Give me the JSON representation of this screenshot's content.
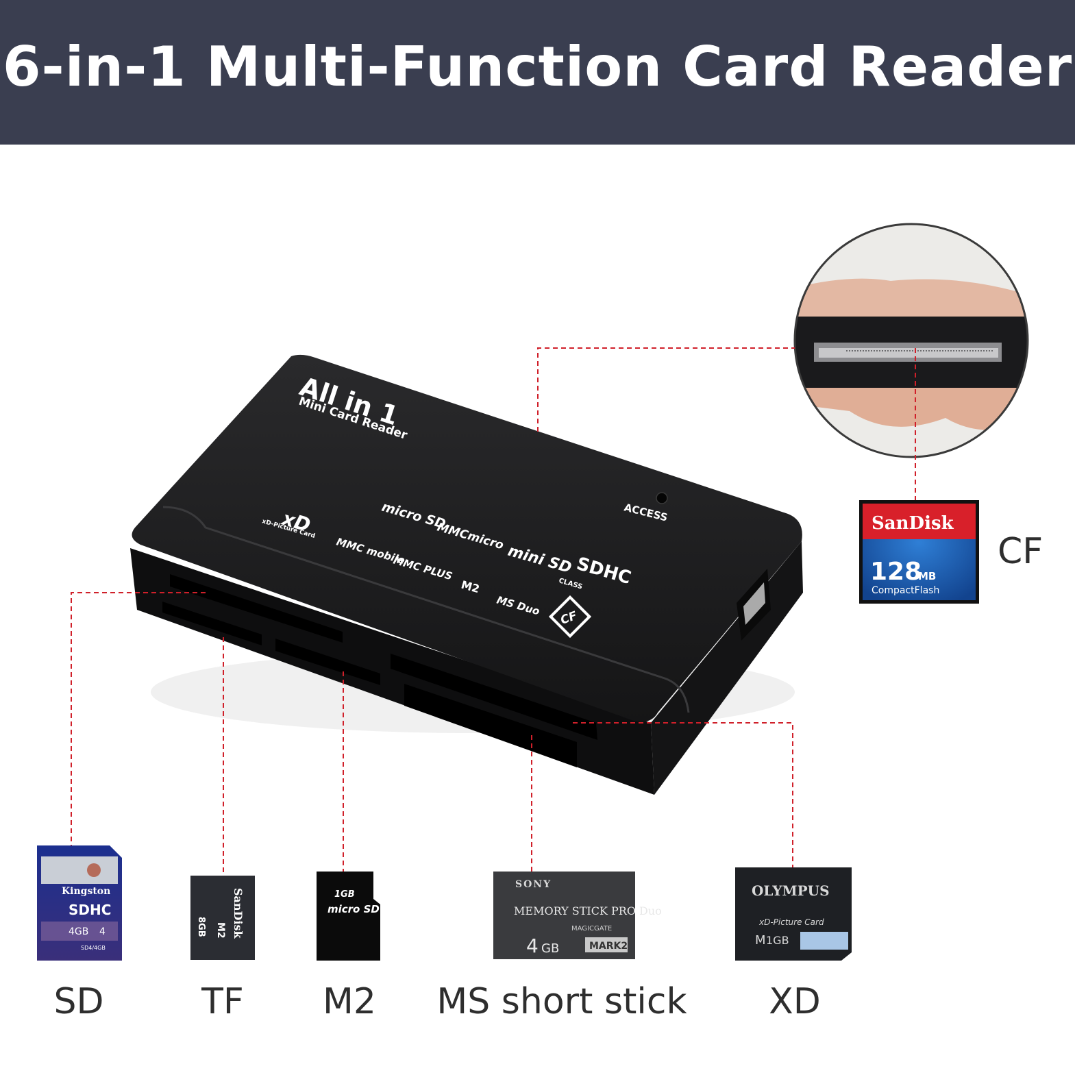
{
  "banner": {
    "title": "6-in-1 Multi-Function Card Reader"
  },
  "colors": {
    "banner_bg": "#3a3e50",
    "guide_line": "#d0202a",
    "device": "#1d1d1f",
    "text": "#2e2e2e"
  },
  "device": {
    "logo_line1": "All in 1",
    "logo_line2": "Mini Card Reader",
    "access_label": "ACCESS",
    "slot_marks": {
      "microsd": "micro SD",
      "mmcmicro": "MMCmicro",
      "minisd": "mini SD",
      "sdhc": "SDHC",
      "sdhc_class": "CLASS",
      "xd": "xD",
      "xd_sub": "xD-Picture Card",
      "mmc_mobile": "MMC mobile",
      "mmc_plus": "MMC PLUS",
      "m2": "M2",
      "ms_duo": "MS Duo",
      "cf": "CF"
    }
  },
  "cards": {
    "cf": {
      "label": "CF",
      "brand": "SanDisk",
      "capacity": "128",
      "unit": "MB",
      "type": "CompactFlash"
    },
    "sd": {
      "label": "SD",
      "brand": "Kingston",
      "capacity": "4GB",
      "class": "4",
      "type": "SDHC",
      "code": "SD4/4GB"
    },
    "tf": {
      "label": "TF",
      "brand": "SanDisk",
      "type": "M2",
      "capacity": "8GB"
    },
    "m2": {
      "label": "M2",
      "capacity": "1GB",
      "type": "micro SD"
    },
    "ms": {
      "label": "MS short stick",
      "brand": "SONY",
      "name": "MEMORY STICK PRO Duo",
      "sub": "MAGICGATE",
      "capacity": "4",
      "unit": "GB",
      "mark": "MARK2"
    },
    "xd": {
      "label": "XD",
      "brand": "OLYMPUS",
      "type": "xD-Picture Card",
      "size_letter": "M",
      "capacity": "1GB"
    }
  }
}
